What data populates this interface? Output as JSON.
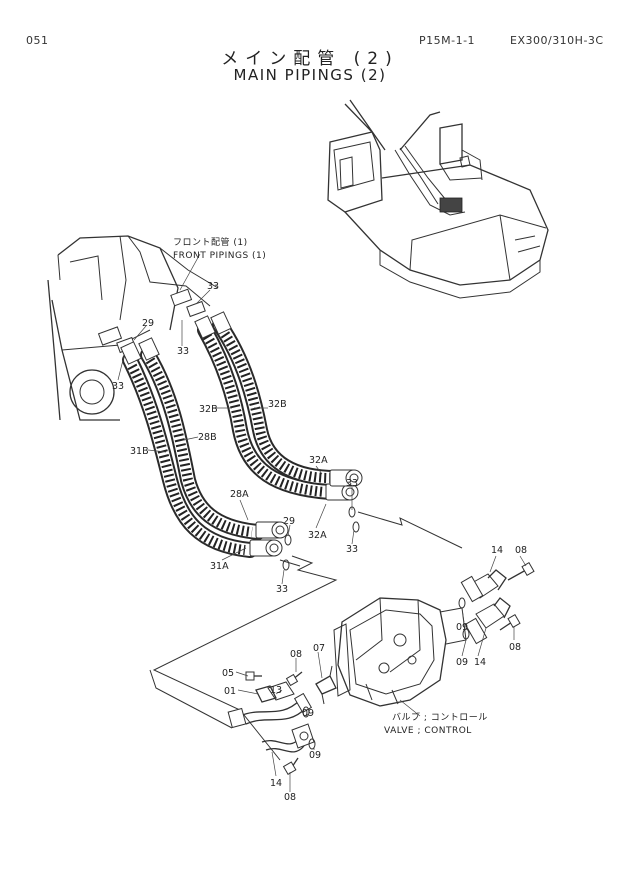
{
  "header": {
    "page_number": "051",
    "catalog_code": "P15M-1-1",
    "model": "EX300/310H-3C"
  },
  "title": {
    "japanese": "メイン配管 (2)",
    "english": "MAIN PIPINGS (2)"
  },
  "notes": {
    "front_piping_jp": "フロント配管 (1)",
    "front_piping_en": "FRONT PIPINGS (1)",
    "valve_jp": "バルブ ; コントロール",
    "valve_en": "VALVE ; CONTROL"
  },
  "callouts": {
    "c33_a": "33",
    "c29_a": "29",
    "c33_b": "33",
    "c33_c": "33",
    "c32B_a": "32B",
    "c32B_b": "32B",
    "c31B": "31B",
    "c28B": "28B",
    "c32A_a": "32A",
    "c33_d": "33",
    "c32A_b": "32A",
    "c33_e": "33",
    "c28A": "28A",
    "c29_b": "29",
    "c31A": "31A",
    "c33_f": "33",
    "c14_a": "14",
    "c08_a": "08",
    "c09_a": "09",
    "c09_b": "09",
    "c14_b": "14",
    "c08_b": "08",
    "c05": "05",
    "c08_c": "08",
    "c07": "07",
    "c01": "01",
    "c13": "13",
    "c09_c": "09",
    "c09_d": "09",
    "c14_c": "14",
    "c08_d": "08"
  }
}
